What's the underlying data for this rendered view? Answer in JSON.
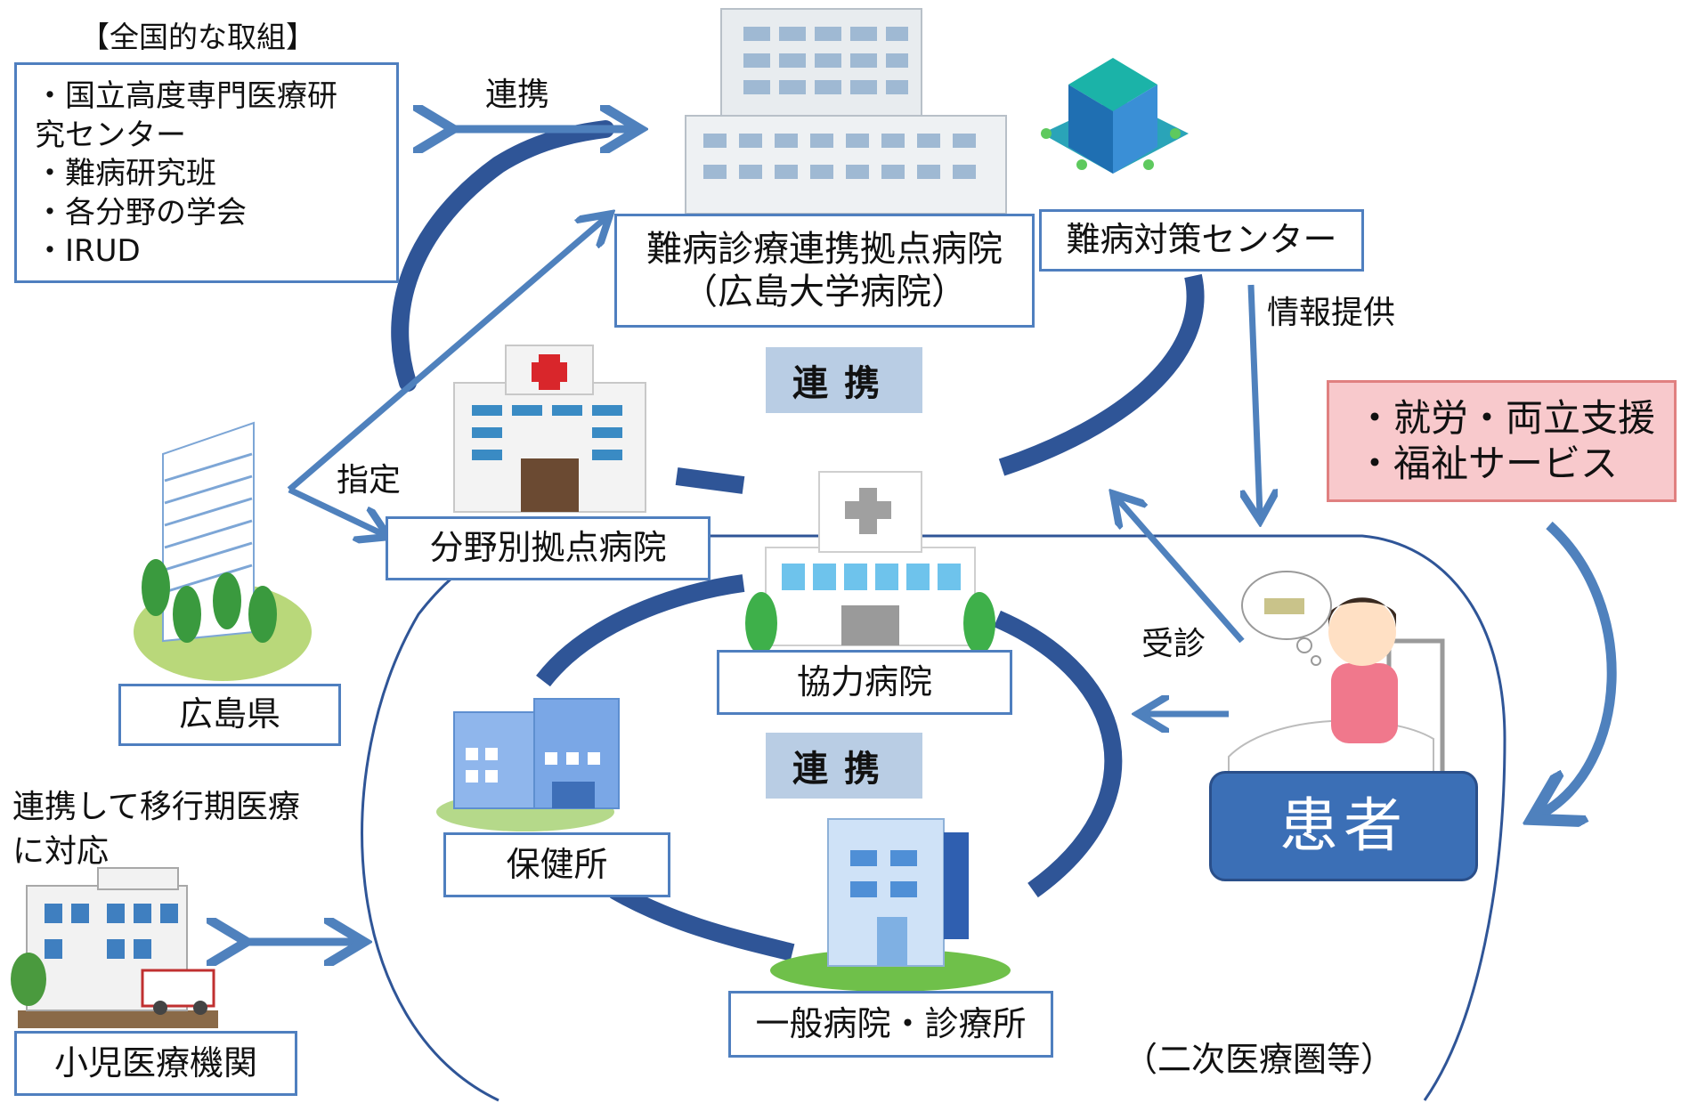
{
  "national": {
    "heading": "【全国的な取組】",
    "items": [
      "・国立高度専門医療研",
      "究センター",
      "・難病研究班",
      "・各分野の学会",
      "・IRUD"
    ]
  },
  "labels": {
    "renkei_top": "連携",
    "shitei": "指定",
    "joho": "情報提供",
    "jushin": "受診",
    "transition_line1": "連携して移行期医療",
    "transition_line2": "に対応",
    "region": "（二次医療圏等）"
  },
  "nodes": {
    "hub_hospital_line1": "難病診療連携拠点病院",
    "hub_hospital_line2": "（広島大学病院）",
    "nanbyo_center": "難病対策センター",
    "field_hospital": "分野別拠点病院",
    "cooperating_hospital": "協力病院",
    "health_center": "保健所",
    "general_hospital": "一般病院・診療所",
    "prefecture": "広島県",
    "pediatric": "小児医療機関",
    "patient": "患者"
  },
  "bands": {
    "upper": "連携",
    "lower": "連携"
  },
  "support": {
    "line1": "・就労・両立支援",
    "line2": "・福祉サービス"
  },
  "colors": {
    "arrow": "#4f81bd",
    "curve": "#2f5597",
    "band": "#b9cde4",
    "support_fill": "#f8c9cc",
    "patient_fill": "#3b6fb6"
  }
}
